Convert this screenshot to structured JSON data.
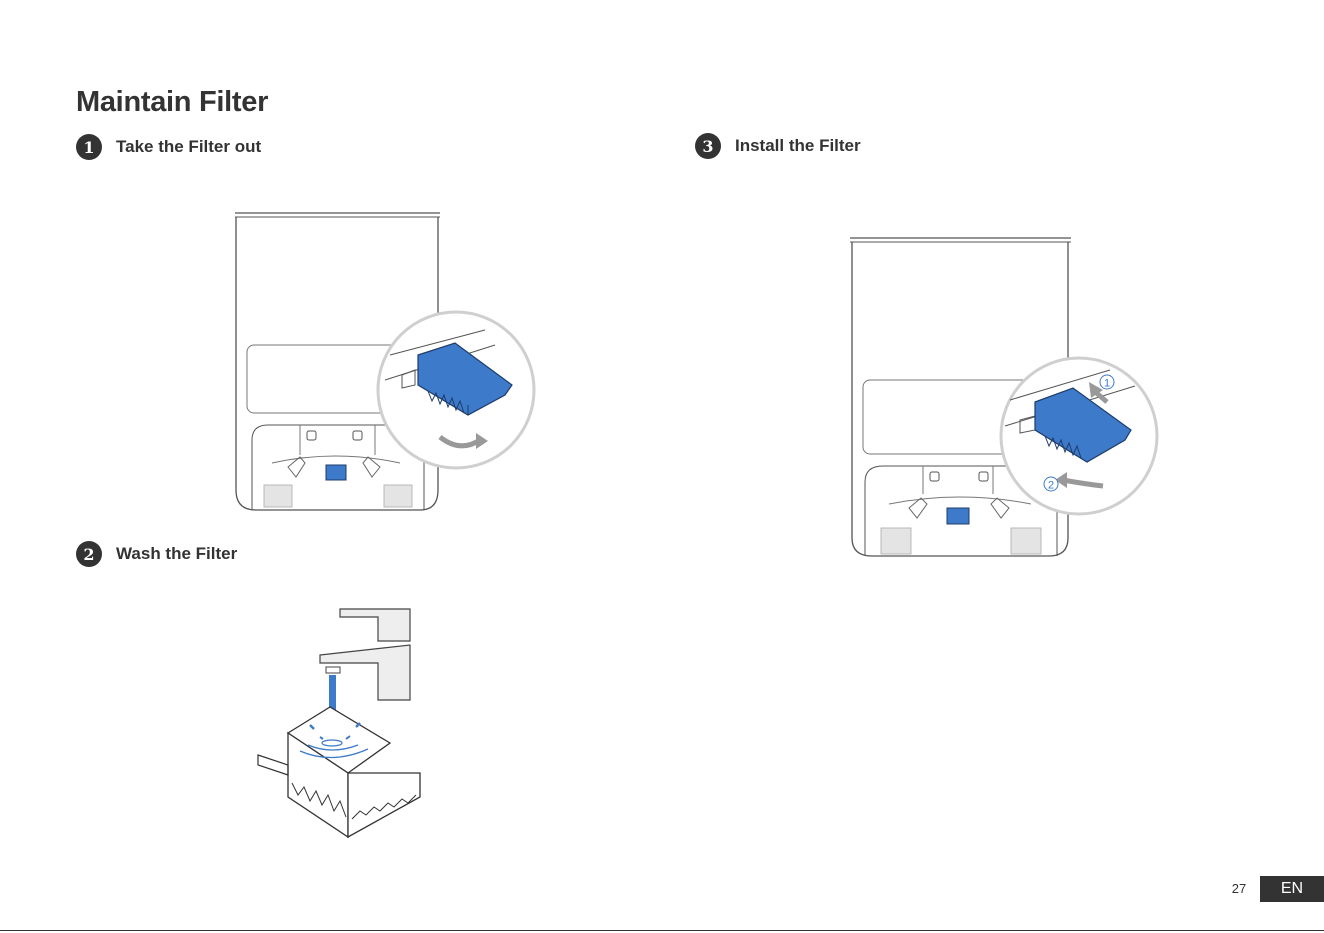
{
  "page": {
    "title": "Maintain Filter",
    "page_number": "27",
    "language": "EN"
  },
  "steps": [
    {
      "number": "1",
      "label": "Take the Filter out"
    },
    {
      "number": "2",
      "label": "Wash the Filter"
    },
    {
      "number": "3",
      "label": "Install the Filter"
    }
  ],
  "callouts": {
    "install_first": "1",
    "install_second": "2"
  },
  "colors": {
    "filter_blue": "#3d7ac9",
    "text_dark": "#333333",
    "line_grey": "#bfbfbf"
  }
}
